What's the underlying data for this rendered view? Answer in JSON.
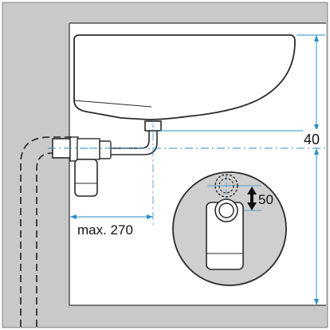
{
  "diagram": {
    "labels": {
      "height_offset": "40",
      "max_distance": "max. 270",
      "vertical_adjust": "50"
    },
    "colors": {
      "wall_gray": "#c9c9c9",
      "border_gray": "#9a9a9a",
      "line_dark": "#2a2a2a",
      "dim_blue": "#2a8fc9",
      "sink_white": "#ffffff",
      "inset_gray": "#cfcfcf",
      "trap_fill": "#ffffff"
    }
  }
}
